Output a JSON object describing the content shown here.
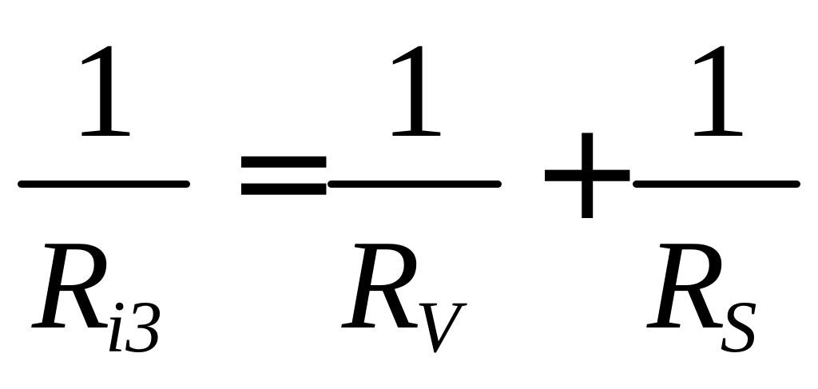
{
  "formula": {
    "left": {
      "numerator": "1",
      "denominator_symbol": "R",
      "denominator_subscript": "i3"
    },
    "equals": "=",
    "term1": {
      "numerator": "1",
      "denominator_symbol": "R",
      "denominator_subscript": "V"
    },
    "plus": "+",
    "term2": {
      "numerator": "1",
      "denominator_symbol": "R",
      "denominator_subscript": "S"
    }
  },
  "colors": {
    "ink": "#000000",
    "background": "#ffffff"
  }
}
